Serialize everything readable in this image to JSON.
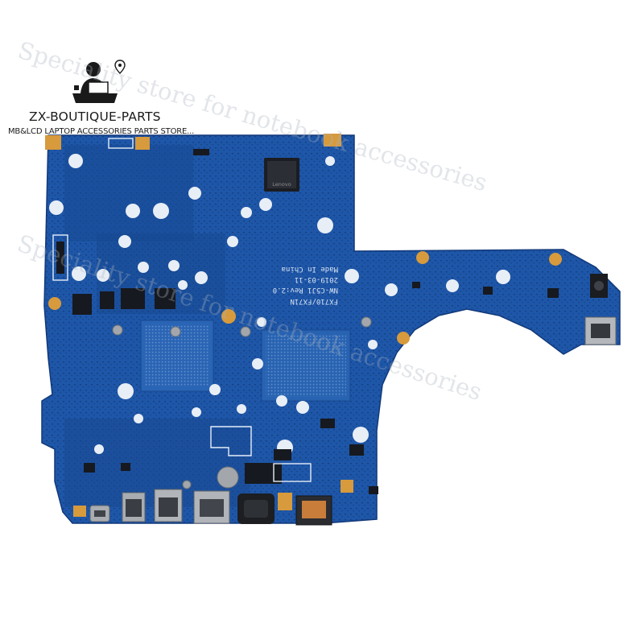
{
  "watermark": {
    "brand": "ZX-BOUTIQUE-PARTS",
    "tagline": "MB&LCD LAPTOP ACCESSORIES PARTS STORE...",
    "line1": "Speciality store for notebook accessories",
    "line2": "Speciality store for notebook accessories"
  },
  "pcb_silkscreen": {
    "model": "FX710/FX71N",
    "revision": "NW-C5J1 Rev:2.0",
    "date": "2019-03-11",
    "made_in": "Made In China",
    "chip_brand": "Lenovo"
  },
  "colors": {
    "board": "#1e56a8",
    "board_dark": "#174891",
    "pad_gold": "#d79a3c",
    "port_metal": "#a9adb1",
    "background": "#ffffff"
  },
  "icons": [
    "laptop-technician-icon",
    "location-pin-icon"
  ]
}
